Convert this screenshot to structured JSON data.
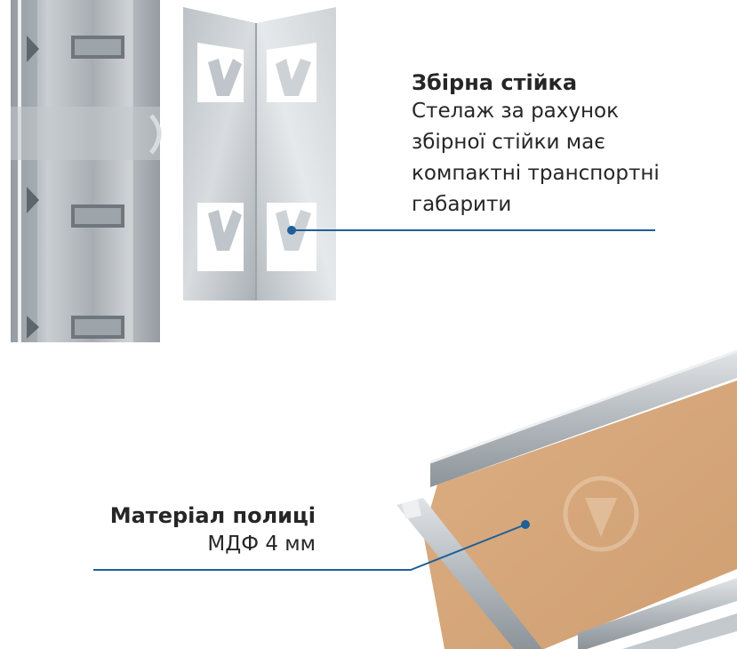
{
  "features": [
    {
      "title": "Збірна стійка",
      "lines": [
        "Стелаж за рахунок",
        "збірної стійки має",
        "компактні транспортні",
        "габарити"
      ]
    },
    {
      "title": "Матеріал полиці",
      "lines": [
        "МДФ 4 мм"
      ]
    }
  ],
  "colors": {
    "accent_line": "#1f5f99",
    "text": "#262626",
    "steel": "#b9bfc4",
    "mdf": "#d9ad82"
  }
}
